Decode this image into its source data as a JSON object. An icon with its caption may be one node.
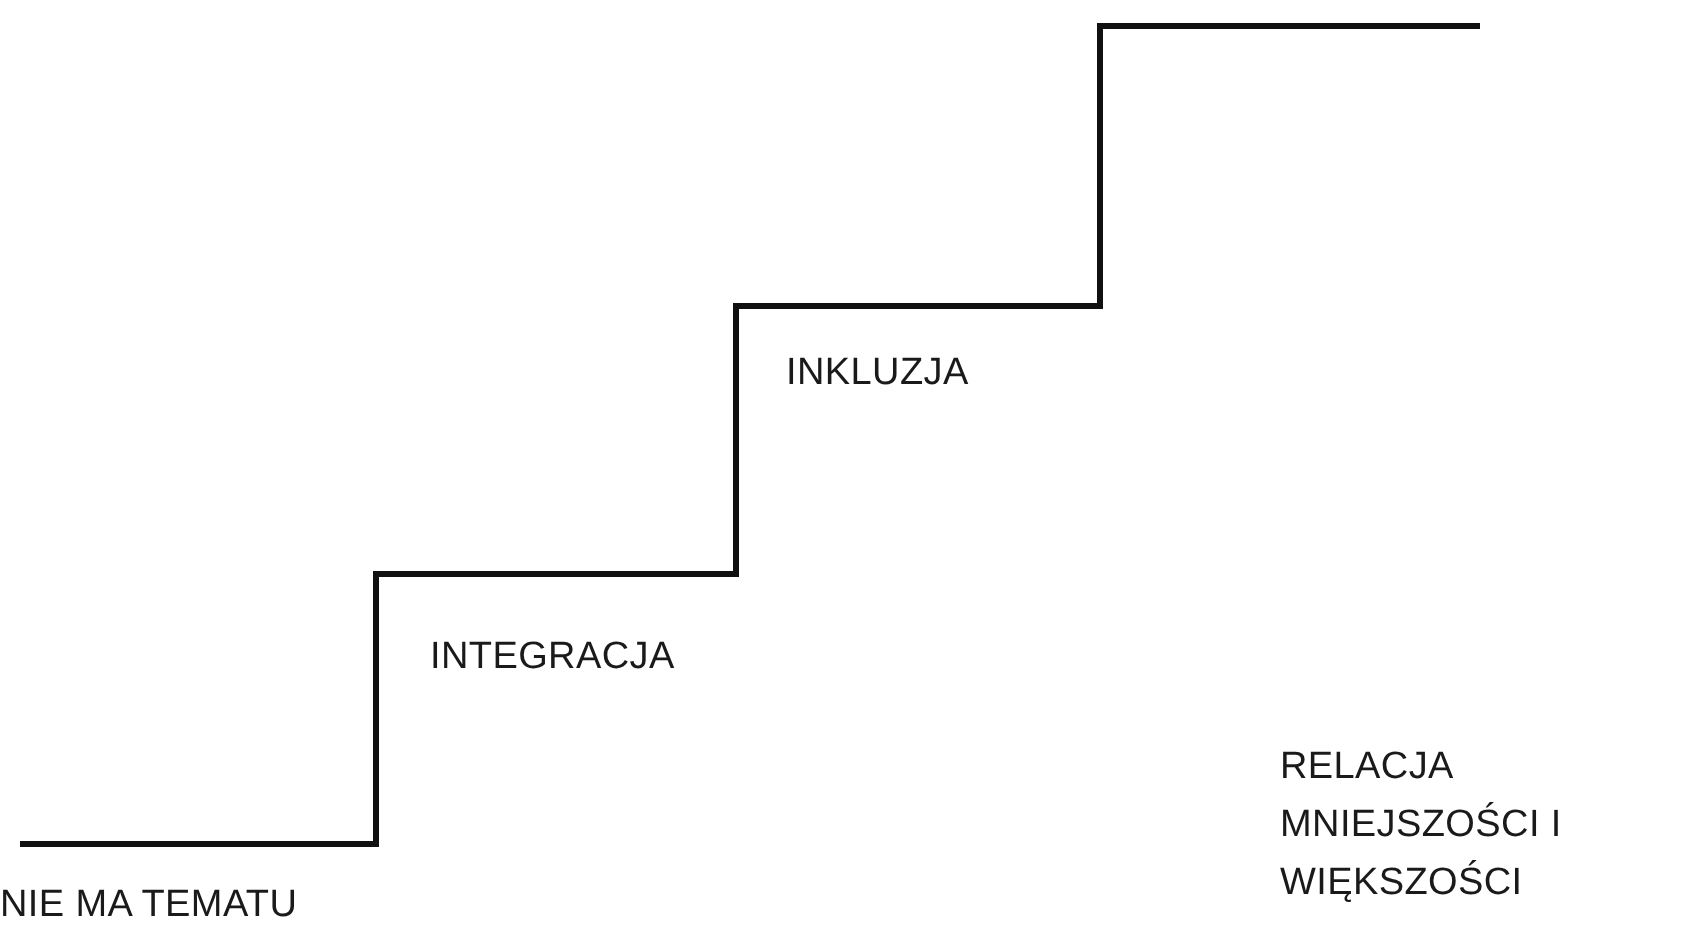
{
  "diagram": {
    "labels": [
      "NIE MA TEMATU",
      "INTEGRACJA",
      "INKLUZJA",
      "RELACJA MNIEJSZOŚCI I WIĘKSZOŚCI"
    ]
  }
}
